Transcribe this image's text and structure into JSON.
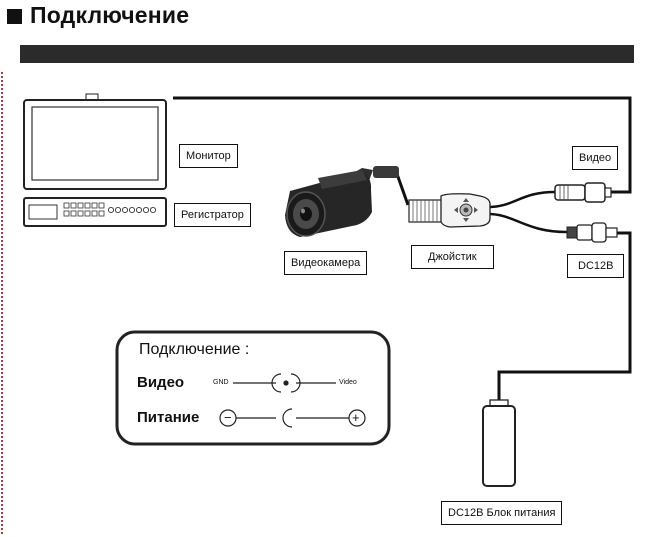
{
  "header": {
    "title": "Подключение"
  },
  "labels": {
    "monitor": "Монитор",
    "recorder": "Регистратор",
    "camera": "Видеокамера",
    "joystick": "Джойстик",
    "video": "Видео",
    "dc12": "DC12В",
    "power_supply": "DC12В Блок питания"
  },
  "legend": {
    "title": "Подключение :",
    "video_label": "Видео",
    "power_label": "Питание",
    "gnd": "GND",
    "video_small": "Video",
    "minus": "−",
    "plus": "+"
  }
}
